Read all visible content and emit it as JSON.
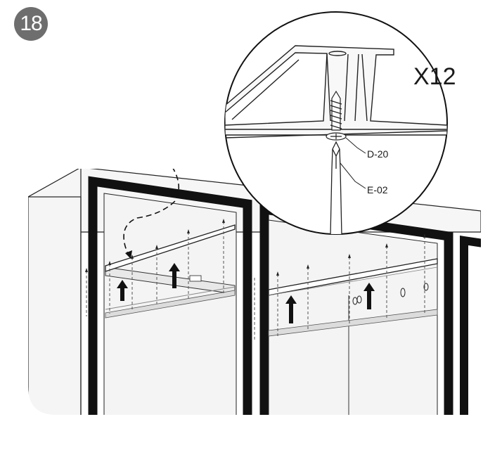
{
  "step": {
    "number": "18"
  },
  "quantity": {
    "label": "X12"
  },
  "callouts": [
    {
      "code": "D-20"
    },
    {
      "code": "E-02"
    }
  ],
  "colors": {
    "badge": "#6e6e6e",
    "frame": "#111111",
    "panel": "#f2f2f2",
    "line": "#222222",
    "background": "#ffffff"
  },
  "icons": [
    "screw-icon",
    "screwdriver-icon",
    "arrow-up-icon",
    "curved-arrow-icon",
    "rail-profile-icon"
  ]
}
